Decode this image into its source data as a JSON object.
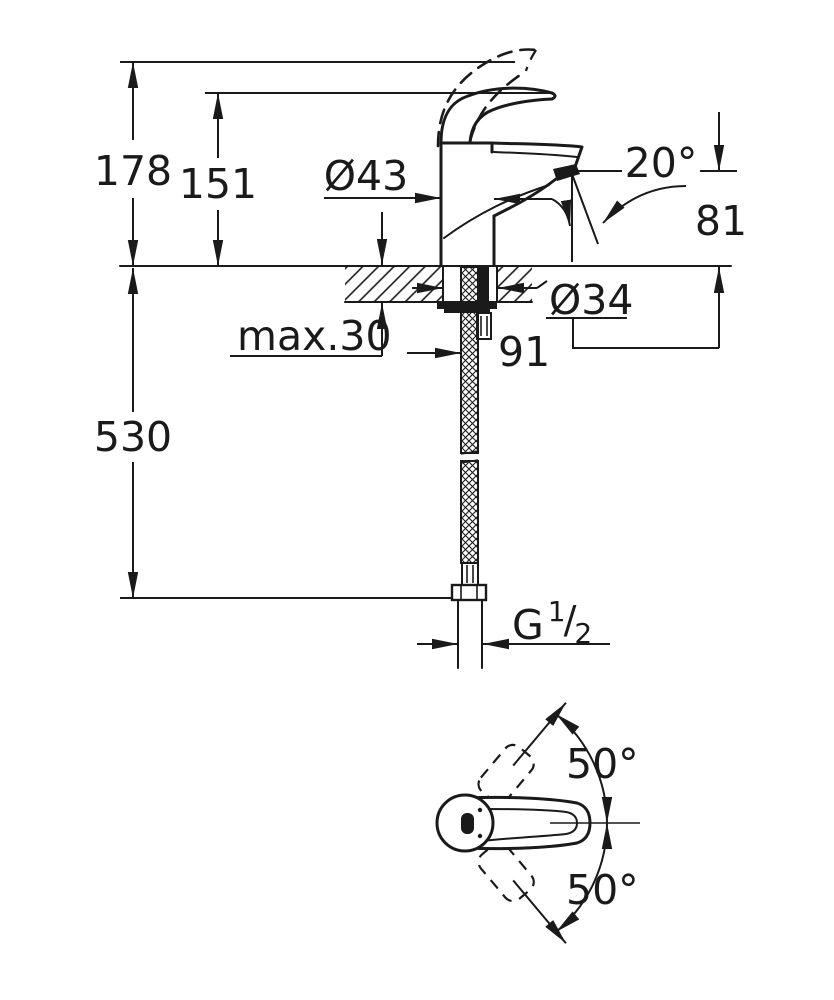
{
  "diagram": {
    "type": "technical-dimension-drawing",
    "subject": "single-lever basin mixer faucet, side elevation with mounting cross-section, flexible connection hose and plan view of handle swing",
    "line_color": "#1a1a1a",
    "background_color": "#ffffff",
    "side_view": {
      "dim_total_height": "178",
      "dim_handle_height": "151",
      "dim_body_diameter": "Ø43",
      "dim_spout_angle": "20°",
      "dim_spout_outlet_height": "81",
      "dim_hole_diameter": "Ø34",
      "dim_deck_max_thickness": "max.30",
      "dim_shank_length": "91",
      "dim_hose_length": "530",
      "thread_label": {
        "letter": "G",
        "sup": "1",
        "slash": "/",
        "sub": "2"
      }
    },
    "top_view": {
      "dim_swing_up": "50°",
      "dim_swing_down": "50°"
    }
  }
}
